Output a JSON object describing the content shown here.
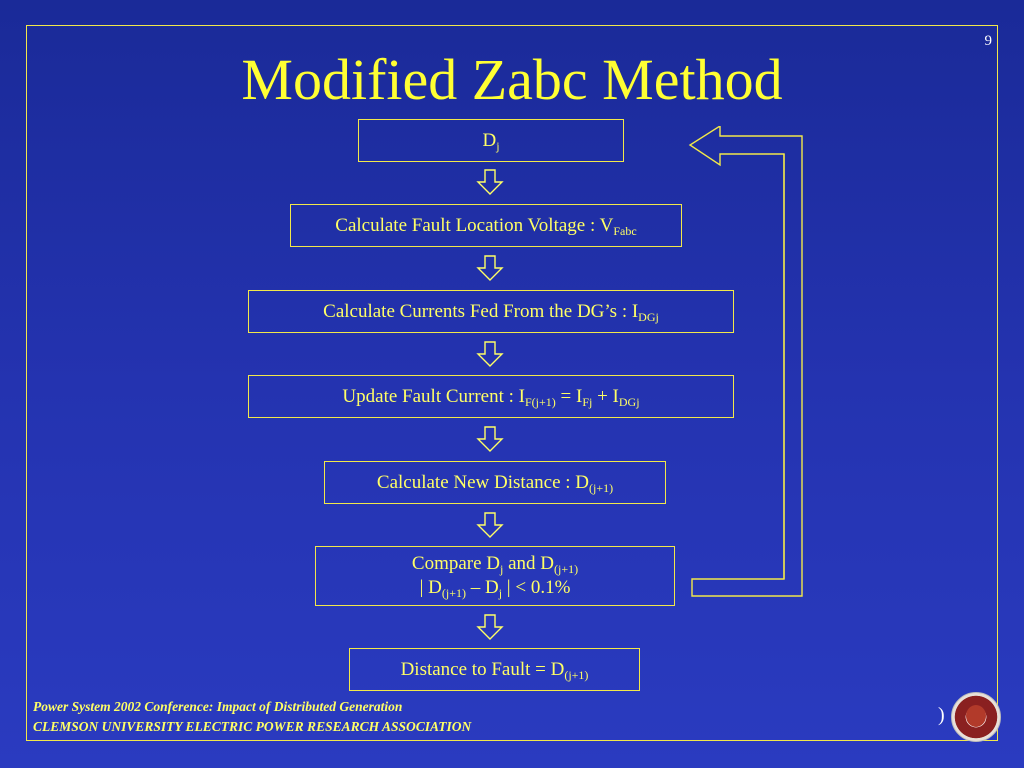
{
  "slide": {
    "page_number": "9",
    "title": "Modified Zabc Method"
  },
  "flow": {
    "step1": {
      "main": "D",
      "sub": "j"
    },
    "step2": {
      "main": "Calculate Fault Location Voltage : V",
      "sub": "Fabc"
    },
    "step3": {
      "main": "Calculate Currents Fed From the DG’s : I",
      "sub": "DGj"
    },
    "step4": {
      "prefix": "Update Fault Current :  I",
      "sub1": "F(j+1)",
      "mid1": " = I",
      "sub2": "Fj",
      "mid2": " + I",
      "sub3": "DGj"
    },
    "step5": {
      "prefix": "Calculate New Distance :  D",
      "sub": "(j+1)"
    },
    "step6": {
      "line1_a": "Compare D",
      "line1_sub1": "j",
      "line1_b": " and D",
      "line1_sub2": "(j+1)",
      "line2_a": "| D",
      "line2_sub1": "(j+1)",
      "line2_b": " – D",
      "line2_sub2": "j",
      "line2_c": " | < 0.1%"
    },
    "step7": {
      "prefix": "Distance to Fault = D",
      "sub": "(j+1)"
    }
  },
  "footer": {
    "line1": "Power System 2002 Conference:  Impact of Distributed Generation",
    "line2": "CLEMSON UNIVERSITY ELECTRIC POWER RESEARCH ASSOCIATION"
  },
  "colors": {
    "background": "#2433b0",
    "title": "#ffff33",
    "text": "#ffff66",
    "border": "#f2e84a"
  },
  "icons": [
    "down-arrow-icon",
    "feedback-loop-arrow-icon",
    "university-seal-logo"
  ]
}
